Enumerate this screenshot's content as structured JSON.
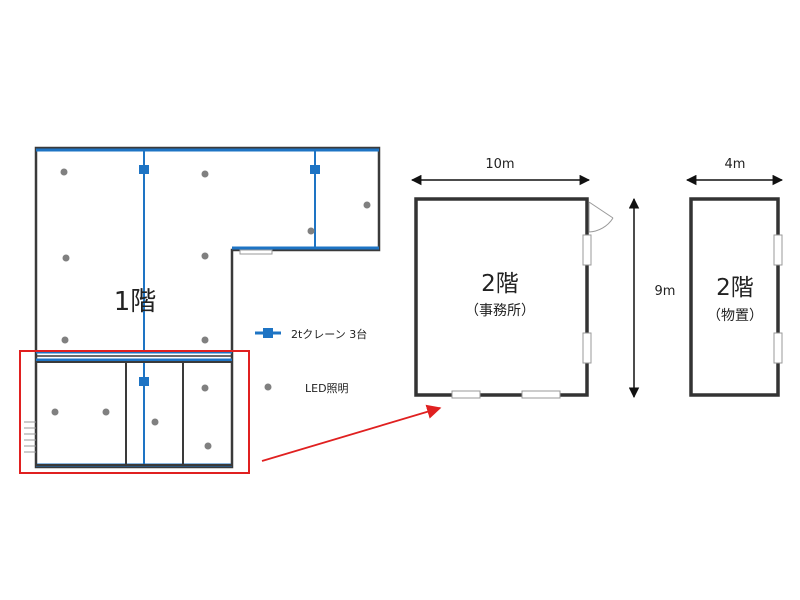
{
  "floor1": {
    "label": "1階"
  },
  "legend": {
    "crane_label": "2tクレーン 3台",
    "light_label": "LED照明",
    "crane_color": "#1e74c4",
    "light_color": "#808080"
  },
  "office": {
    "label": "2階",
    "sublabel": "（事務所）",
    "width_label": "10m",
    "height_label": "9m"
  },
  "storage": {
    "label": "2階",
    "sublabel": "（物置）",
    "width_label": "4m"
  },
  "colors": {
    "wall": "#3a3a3a",
    "highlight": "#e02020",
    "crane": "#1e74c4",
    "light": "#808080"
  }
}
